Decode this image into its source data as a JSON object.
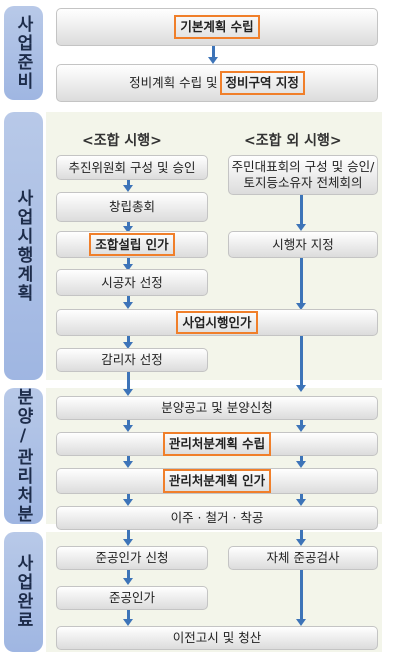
{
  "phases": {
    "prep": "사업준비",
    "impl": "사업시행계획",
    "dist": "분양/관리처분",
    "done": "사업완료"
  },
  "headers": {
    "union": "<조합 시행>",
    "non_union": "<조합 외 시행>"
  },
  "steps": {
    "basic_plan": "기본계획 수립",
    "plan_prefix": "정비계획 수립 및",
    "zone_designation": "정비구역 지정",
    "committee": "추진위원회 구성 및 승인",
    "founding_meeting": "창립총회",
    "union_approval": "조합설립 인가",
    "contractor": "시공자 선정",
    "resident_rep_line1": "주민대표회의 구성 및 승인/",
    "resident_rep_line2": "토지등소유자 전체회의",
    "operator": "시행자 지정",
    "project_approval": "사업시행인가",
    "supervisor": "감리자 선정",
    "sale_notice": "분양공고 및 분양신청",
    "mgmt_plan": "관리처분계획 수립",
    "mgmt_approval": "관리처분계획 인가",
    "relocation": "이주 · 철거 · 착공",
    "completion_request": "준공인가 신청",
    "self_inspection": "자체 준공검사",
    "completion": "준공인가",
    "transfer": "이전고시 및 청산"
  },
  "colors": {
    "highlight": "#f07f2a",
    "phase_bg": "#aabde5",
    "arrow": "#3d74b8",
    "panel": "#f3f5ea"
  }
}
